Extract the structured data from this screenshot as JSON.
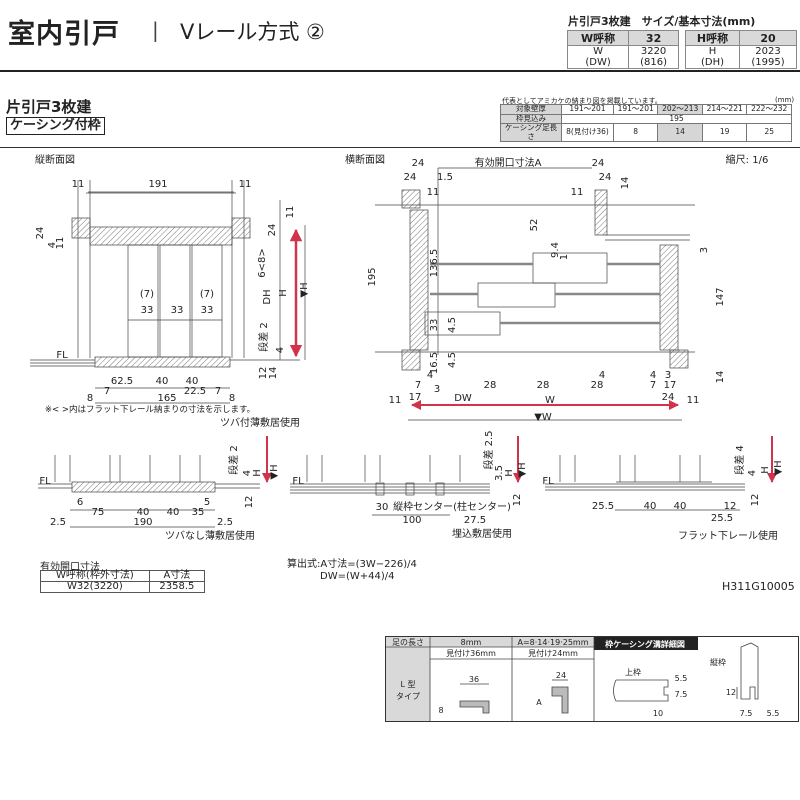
{
  "header": {
    "title": "室内引戸",
    "separator": "|",
    "method": "Vレール方式 ②"
  },
  "size_table": {
    "heading": "片引戸3枚建　サイズ/基本寸法(mm)",
    "w": {
      "label": "W呼称",
      "value": "32",
      "sub_label": "W",
      "sub_label2": "(DW)",
      "sub_value": "3220",
      "sub_value2": "(816)"
    },
    "h": {
      "label": "H呼称",
      "value": "20",
      "sub_label": "H",
      "sub_label2": "(DH)",
      "sub_value": "2023",
      "sub_value2": "(1995)"
    }
  },
  "product": {
    "subtitle": "片引戸3枚建",
    "casing": "ケーシング付枠"
  },
  "representative_table": {
    "note": "代表としてアミカケの納まり図を掲載しています。",
    "unit": "(mm)",
    "rows": [
      {
        "label": "対象壁厚",
        "cells": [
          "191～201",
          "191～201",
          "202～213",
          "214～221",
          "222～232"
        ]
      },
      {
        "label": "枠見込み",
        "cells": [
          "195"
        ]
      },
      {
        "label": "ケーシング足長さ",
        "cells": [
          "8(見付け36)",
          "8",
          "14",
          "19",
          "25"
        ]
      }
    ],
    "highlight_color": "#d6d6d6"
  },
  "vertical_section": {
    "title": "縦断面図",
    "dims": [
      "11",
      "191",
      "11",
      "24",
      "4",
      "11",
      "11",
      "24",
      "6<8>",
      "DH",
      "H",
      "▼H",
      "段差 2",
      "4",
      "(7)",
      "(7)",
      "33",
      "33",
      "33",
      "FL",
      "12",
      "14",
      "62.5",
      "40",
      "40",
      "8",
      "7",
      "165",
      "22.5",
      "7",
      "8"
    ],
    "note": "※< >内はフラット下レール納まりの寸法を示します。",
    "caption": "ツバ付薄敷居使用"
  },
  "horizontal_section": {
    "title": "横断面図",
    "scale": "縮尺: 1/6",
    "dims": [
      "24",
      "有効開口寸法A",
      "24",
      "24",
      "1.5",
      "24",
      "14",
      "11",
      "11",
      "52",
      "9.4",
      "1",
      "136.5",
      "195",
      "147",
      "3",
      "33",
      "4.5",
      "16.5",
      "4.5",
      "4",
      "7",
      "3",
      "17",
      "11",
      "28",
      "28",
      "28",
      "4",
      "4",
      "3",
      "7",
      "17",
      "24",
      "11",
      "14",
      "DW",
      "W",
      "▼W"
    ]
  },
  "sill_plain": {
    "dims": [
      "FL",
      "段差 2",
      "4",
      "H",
      "▼H",
      "12",
      "6",
      "5",
      "75",
      "40",
      "40",
      "35",
      "2.5",
      "190",
      "2.5"
    ],
    "caption": "ツバなし薄敷居使用"
  },
  "sill_embedded": {
    "dims": [
      "FL",
      "段差 2.5",
      "3.5",
      "H",
      "▼H",
      "12",
      "30",
      "縦枠センター(柱センター)",
      "100",
      "27.5"
    ],
    "caption": "埋込敷居使用"
  },
  "sill_flat": {
    "dims": [
      "FL",
      "段差 4",
      "4",
      "H",
      "▼H",
      "12",
      "25.5",
      "40",
      "40",
      "12",
      "25.5"
    ],
    "caption": "フラット下レール使用"
  },
  "effective_opening": {
    "title": "有効開口寸法",
    "headers": [
      "W呼称(枠外寸法)",
      "A寸法"
    ],
    "row": [
      "W32(3220)",
      "2358.5"
    ]
  },
  "formula": {
    "line1": "算出式:A寸法=(3W−226)/4",
    "line2": "DW=(W+44)/4"
  },
  "drawing_code": "H311G10005",
  "casing_detail": {
    "leg_length_label": "足の長さ",
    "col1_header": "8mm",
    "col2_header": "A=8·14·19·25mm",
    "col1_sub": "見付け36mm",
    "col2_sub": "見付け24mm",
    "type_label1": "L 型",
    "type_label2": "タイプ",
    "col1_dims": [
      "36",
      "8"
    ],
    "col2_dims": [
      "24",
      "A"
    ],
    "detail_title": "枠ケーシング溝詳細図",
    "top_frame": "上枠",
    "top_dims": [
      "5.5",
      "7.5",
      "10"
    ],
    "side_frame": "縦枠",
    "side_dims": [
      "12",
      "7.5",
      "5.5"
    ]
  },
  "colors": {
    "accent_arrow": "#d0334a",
    "hatch": "#555555",
    "header_fill": "#d9d9d9"
  }
}
